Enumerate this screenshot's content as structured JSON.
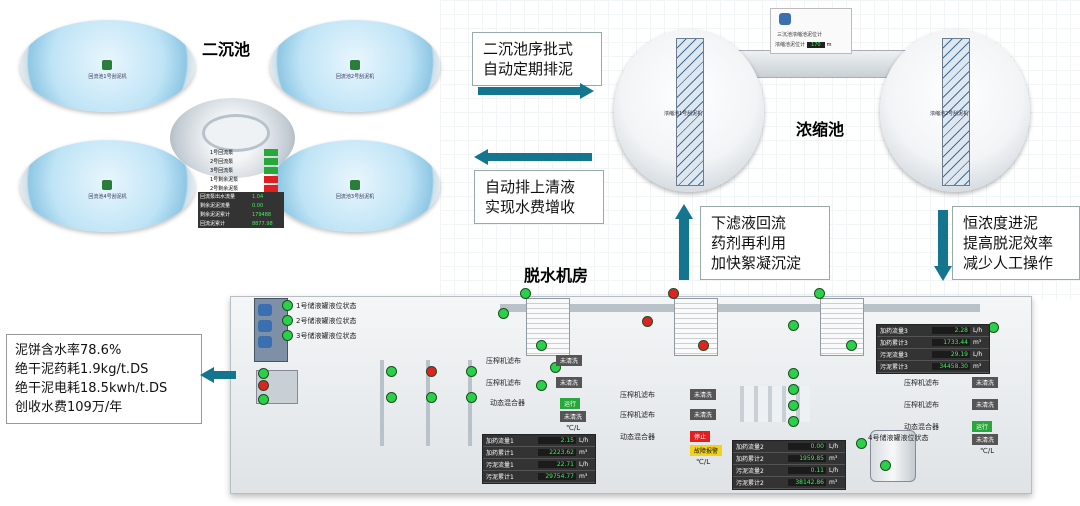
{
  "secondary_clarifier": {
    "title": "二沉池",
    "tanks": [
      {
        "label": "回流池1号刮泥机"
      },
      {
        "label": "回流池2号刮泥机"
      },
      {
        "label": "回流池3号刮泥机"
      },
      {
        "label": "回流池4号刮泥机"
      }
    ],
    "panel_rows": [
      "1号回流泵",
      "2号回流泵",
      "3号回流泵",
      "1号剩余泥泵",
      "2号剩余泥泵"
    ],
    "panel_values": [
      {
        "label": "回流泵出水流量",
        "value": "1.04"
      },
      {
        "label": "剩余泥泥流量",
        "value": "0.00"
      },
      {
        "label": "剩余泥泥累计",
        "value": "179488"
      },
      {
        "label": "回流泥累计",
        "value": "8877.98"
      }
    ]
  },
  "callouts": {
    "batch_discharge": [
      "二沉池序批式",
      "自动定期排泥"
    ],
    "supernatant": [
      "自动排上清液",
      "实现水费增收"
    ],
    "filtrate": [
      "下滤液回流",
      "药剂再利用",
      "加快絮凝沉淀"
    ],
    "constant_density": [
      "恒浓度进泥",
      "提高脱泥效率",
      "减少人工操作"
    ]
  },
  "thickener": {
    "title": "浓缩池",
    "tank_labels": [
      "浓缩池1号刮泥机",
      "浓缩池2号刮泥机"
    ],
    "center_panel_title": "三沉池浓缩池泥位计",
    "center_panel_row": {
      "label": "浓缩池泥位计",
      "value": "170",
      "unit": "m"
    }
  },
  "dewatering": {
    "title": "脱水机房",
    "tank_status": [
      "1号储液罐液位状态",
      "2号储液罐液位状态",
      "3号储液罐液位状态"
    ],
    "press_labels": [
      {
        "name": "压榨机滤布",
        "status": "未清洗"
      },
      {
        "name": "压榨机滤布",
        "status": "未清洗"
      },
      {
        "name": "动态混合器",
        "status": "运行"
      },
      {
        "name": "压榨机滤布",
        "status": "未清洗"
      },
      {
        "name": "压榨机滤布",
        "status": "未清洗"
      },
      {
        "name": "动态混合器",
        "status": "停止"
      },
      {
        "name": "压榨机滤布",
        "status": "未清洗"
      },
      {
        "name": "压榨机滤布",
        "status": "未清洗"
      },
      {
        "name": "动态混合器",
        "status": "运行"
      }
    ],
    "status_extra": [
      "未清洗",
      "故障报警",
      "未清洗"
    ],
    "auto_labels": [
      "℃/L",
      "℃/L",
      "℃/L"
    ],
    "tank4_status": "4号储液罐液位状态",
    "tables": [
      {
        "rows": [
          {
            "k": "加药流量1",
            "v": "2.15",
            "u": "L/h"
          },
          {
            "k": "加药累计1",
            "v": "2223.62",
            "u": "m³"
          },
          {
            "k": "污泥流量1",
            "v": "22.71",
            "u": "L/h"
          },
          {
            "k": "污泥累计1",
            "v": "29754.77",
            "u": "m³"
          }
        ]
      },
      {
        "rows": [
          {
            "k": "加药流量2",
            "v": "0.00",
            "u": "L/h"
          },
          {
            "k": "加药累计2",
            "v": "1959.85",
            "u": "m³"
          },
          {
            "k": "污泥流量2",
            "v": "0.11",
            "u": "L/h"
          },
          {
            "k": "污泥累计2",
            "v": "38142.86",
            "u": "m³"
          }
        ]
      },
      {
        "rows": [
          {
            "k": "加药流量3",
            "v": "2.28",
            "u": "L/h"
          },
          {
            "k": "加药累计3",
            "v": "1733.44",
            "u": "m³"
          },
          {
            "k": "污泥流量3",
            "v": "29.19",
            "u": "L/h"
          },
          {
            "k": "污泥累计3",
            "v": "34458.30",
            "u": "m³"
          }
        ]
      }
    ]
  },
  "stats": [
    "泥饼含水率78.6%",
    "绝干泥药耗1.9kg/t.DS",
    "绝干泥电耗18.5kwh/t.DS",
    "创收水费109万/年"
  ],
  "colors": {
    "arrow": "#13768e",
    "running": "#29d14a",
    "stopped": "#e02222"
  }
}
